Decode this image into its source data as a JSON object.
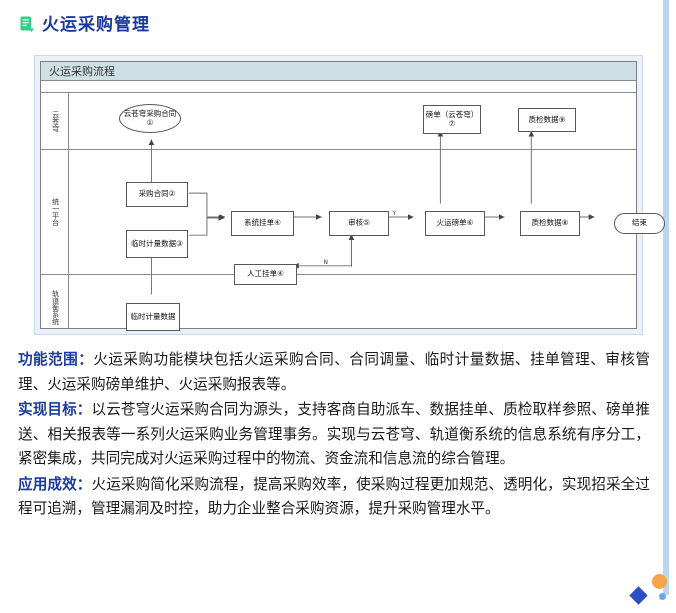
{
  "page": {
    "title": "火运采购管理",
    "title_icon": "document-icon",
    "title_color": "#1b3a9e"
  },
  "flowchart": {
    "header": "火运采购流程",
    "lanes": [
      {
        "id": "lane-cloud",
        "label": "云苍穹"
      },
      {
        "id": "lane-unified",
        "label": "统一平台"
      },
      {
        "id": "lane-scale",
        "label": "轨道衡系统"
      }
    ],
    "nodes": [
      {
        "id": "n1",
        "label": "云苍穹采购合同①",
        "shape": "ellipse",
        "lane": "lane-cloud"
      },
      {
        "id": "n2",
        "label": "采购合同②",
        "shape": "rect",
        "lane": "lane-unified"
      },
      {
        "id": "n3",
        "label": "临时计量数据③",
        "shape": "rect",
        "lane": "lane-unified"
      },
      {
        "id": "n4",
        "label": "系统挂单④",
        "shape": "rect",
        "lane": "lane-unified"
      },
      {
        "id": "n5",
        "label": "人工挂单④",
        "shape": "rect",
        "lane": "lane-unified"
      },
      {
        "id": "n6",
        "label": "审核⑤",
        "shape": "rect",
        "lane": "lane-unified"
      },
      {
        "id": "n7",
        "label": "火运磅单⑥",
        "shape": "rect",
        "lane": "lane-unified"
      },
      {
        "id": "n8",
        "label": "磅单（云苍穹）⑦",
        "shape": "rect",
        "lane": "lane-cloud"
      },
      {
        "id": "n9",
        "label": "质检数据⑨",
        "shape": "rect",
        "lane": "lane-cloud"
      },
      {
        "id": "n10",
        "label": "质检数据⑧",
        "shape": "rect",
        "lane": "lane-unified"
      },
      {
        "id": "n11",
        "label": "结束",
        "shape": "rounded",
        "lane": "lane-unified"
      },
      {
        "id": "n12",
        "label": "临时计量数据",
        "shape": "rect",
        "lane": "lane-scale"
      }
    ],
    "edge_labels": {
      "yes": "Y",
      "no": "N"
    }
  },
  "sections": [
    {
      "id": "scope",
      "lead": "功能范围：",
      "text": "火运采购功能模块包括火运采购合同、合同调量、临时计量数据、挂单管理、审核管理、火运采购磅单维护、火运采购报表等。"
    },
    {
      "id": "goal",
      "lead": "实现目标：",
      "text": "以云苍穹火运采购合同为源头，支持客商自助派车、数据挂单、质检取样参照、磅单推送、相关报表等一系列火运采购业务管理事务。实现与云苍穹、轨道衡系统的信息系统有序分工，紧密集成，共同完成对火运采购过程中的物流、资金流和信息流的综合管理。"
    },
    {
      "id": "effect",
      "lead": "应用成效：",
      "text": "火运采购简化采购流程，提高采购效率，使采购过程更加规范、透明化，实现招采全过程可追溯，管理漏洞及时控，助力企业整合采购资源，提升采购管理水平。"
    }
  ],
  "decor": {
    "rail_color": "#b9d6f2",
    "orange": "#f6a447",
    "blue_square": "#2a4fc4",
    "small_circle": "#6aa9e8"
  }
}
